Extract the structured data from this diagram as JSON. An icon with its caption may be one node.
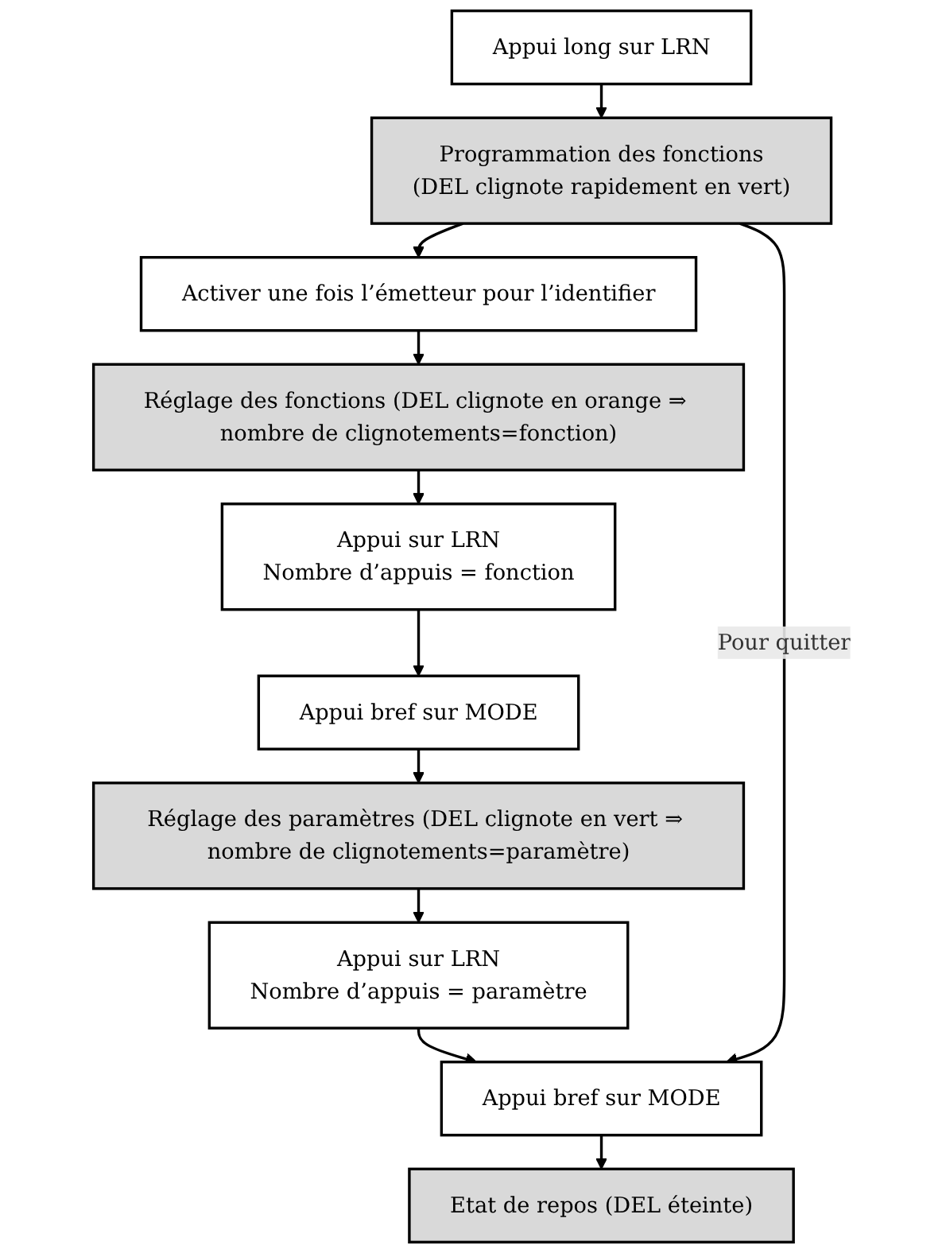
{
  "diagram": {
    "nodes": [
      {
        "text": [
          "Appui long sur LRN"
        ]
      },
      {
        "text": [
          "Programmation des fonctions",
          "(DEL clignote rapidement en vert)"
        ]
      },
      {
        "text": [
          "Activer une fois l’émetteur pour l’identifier"
        ]
      },
      {
        "text": [
          "Réglage des fonctions (DEL clignote en orange ⇒ nombre de clignotements=fonction)"
        ]
      },
      {
        "text": [
          "Appui sur LRN",
          "Nombre d’appuis = fonction"
        ]
      },
      {
        "text": [
          "Appui bref sur MODE"
        ]
      },
      {
        "text": [
          "Réglage des paramètres (DEL clignote en vert ⇒ nombre de clignotements=paramètre)"
        ]
      },
      {
        "text": [
          "Appui sur LRN",
          "Nombre d’appuis = paramètre"
        ]
      },
      {
        "text": [
          "Appui bref sur MODE"
        ]
      },
      {
        "text": [
          "Etat de repos (DEL éteinte)"
        ]
      }
    ],
    "edges": [
      {
        "from": 0,
        "to": 1,
        "arrow": "to"
      },
      {
        "from": 1,
        "to": 2,
        "arrow": "to"
      },
      {
        "from": 2,
        "to": 3,
        "arrow": "to"
      },
      {
        "from": 3,
        "to": 4,
        "arrow": "to"
      },
      {
        "from": 4,
        "to": 5,
        "arrow": "to"
      },
      {
        "from": 5,
        "to": 6,
        "arrow": "to"
      },
      {
        "from": 6,
        "to": 7,
        "arrow": "to"
      },
      {
        "from": 7,
        "to": 8,
        "arrow": "to"
      },
      {
        "from": 8,
        "to": 9,
        "arrow": "to"
      },
      {
        "from": 1,
        "to": 8,
        "arrow": "to",
        "label": "Pour quitter"
      }
    ]
  }
}
